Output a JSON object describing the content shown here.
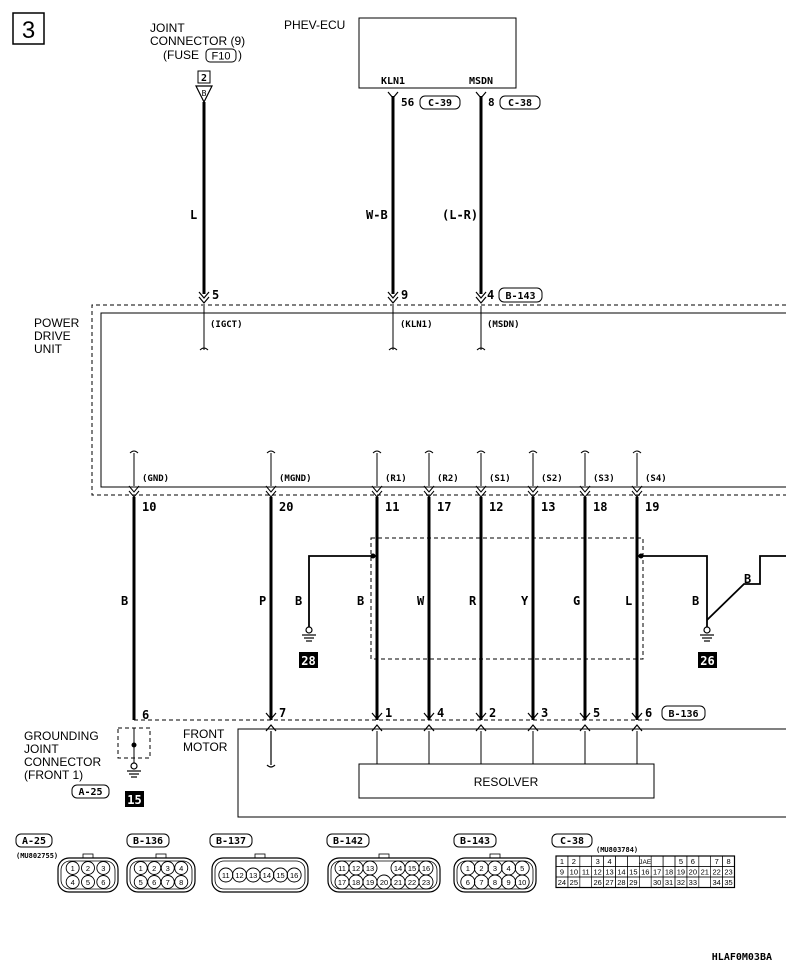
{
  "page_number": "3",
  "footer_code": "HLAF0M03BA",
  "joint_connector": {
    "title_line1": "JOINT",
    "title_line2": "CONNECTOR (9)",
    "title_line3_prefix": "(FUSE",
    "fuse": "F10",
    "title_line3_suffix": ")",
    "pin": "2",
    "tri_label": "B"
  },
  "ecu": {
    "name": "PHEV-ECU",
    "pins": [
      {
        "label": "KLN1",
        "pin": "56",
        "connector": "C-39"
      },
      {
        "label": "MSDN",
        "pin": "8",
        "connector": "C-38"
      }
    ]
  },
  "wires_top": [
    {
      "color": "L",
      "pdu_pin": "5",
      "signal": "(IGCT)"
    },
    {
      "color": "W-B",
      "pdu_pin": "9",
      "signal": "(KLN1)"
    },
    {
      "color": "(L-R)",
      "pdu_pin": "4",
      "signal": "(MSDN)",
      "connector": "B-143"
    }
  ],
  "pdu": {
    "line1": "POWER",
    "line2": "DRIVE",
    "line3": "UNIT"
  },
  "wires_bottom": [
    {
      "signal": "(GND)",
      "pdu_pin": "10",
      "color": "B",
      "end_pin": "6"
    },
    {
      "signal": "(MGND)",
      "pdu_pin": "20",
      "color": "P",
      "end_pin": "7"
    },
    {
      "signal": "(R1)",
      "pdu_pin": "11",
      "color": "B",
      "end_pin": "1"
    },
    {
      "signal": "(R2)",
      "pdu_pin": "17",
      "color": "W",
      "end_pin": "4"
    },
    {
      "signal": "(S1)",
      "pdu_pin": "12",
      "color": "R",
      "end_pin": "2"
    },
    {
      "signal": "(S2)",
      "pdu_pin": "13",
      "color": "Y",
      "end_pin": "3"
    },
    {
      "signal": "(S3)",
      "pdu_pin": "18",
      "color": "G",
      "end_pin": "5"
    },
    {
      "signal": "(S4)",
      "pdu_pin": "19",
      "color": "L",
      "end_pin": "6"
    }
  ],
  "motor_connector": "B-136",
  "shield_left": {
    "wire": "B",
    "ground": "28"
  },
  "shield_right": {
    "wire": "B",
    "wire2": "B",
    "ground": "26"
  },
  "grounding_joint": {
    "line1": "GROUNDING",
    "line2": "JOINT",
    "line3": "CONNECTOR",
    "line4": "(FRONT 1)",
    "connector": "A-25",
    "ground": "15"
  },
  "front_motor": {
    "line1": "FRONT",
    "line2": "MOTOR"
  },
  "resolver": "RESOLVER",
  "connectors": [
    {
      "name": "A-25",
      "part": "(MU802755)",
      "rows": [
        [
          "1",
          "2",
          "3"
        ],
        [
          "4",
          "5",
          "6"
        ]
      ]
    },
    {
      "name": "B-136",
      "rows": [
        [
          "1",
          "2",
          "3",
          "4"
        ],
        [
          "5",
          "6",
          "7",
          "8"
        ]
      ]
    },
    {
      "name": "B-137",
      "rows": [
        [
          "11",
          "12",
          "13",
          "14",
          "15",
          "16"
        ]
      ]
    },
    {
      "name": "B-142",
      "rows": [
        [
          "11",
          "12",
          "13",
          "",
          "14",
          "15",
          "16"
        ],
        [
          "17",
          "18",
          "19",
          "20",
          "21",
          "22",
          "23"
        ]
      ]
    },
    {
      "name": "B-143",
      "rows": [
        [
          "1",
          "2",
          "3",
          "4",
          "5"
        ],
        [
          "6",
          "7",
          "8",
          "9",
          "10"
        ]
      ]
    }
  ],
  "c38": {
    "name": "C-38",
    "part": "(MU803784)",
    "rows": [
      [
        "1",
        "2",
        "",
        "3",
        "4",
        "",
        "",
        "JAE",
        "",
        "",
        "5",
        "6",
        "",
        "7",
        "8"
      ],
      [
        "9",
        "10",
        "11",
        "12",
        "13",
        "14",
        "15",
        "16",
        "17",
        "18",
        "19",
        "20",
        "21",
        "22",
        "23"
      ],
      [
        "24",
        "25",
        "",
        "26",
        "27",
        "28",
        "29",
        "",
        "30",
        "31",
        "32",
        "33",
        "",
        "34",
        "35"
      ]
    ]
  }
}
